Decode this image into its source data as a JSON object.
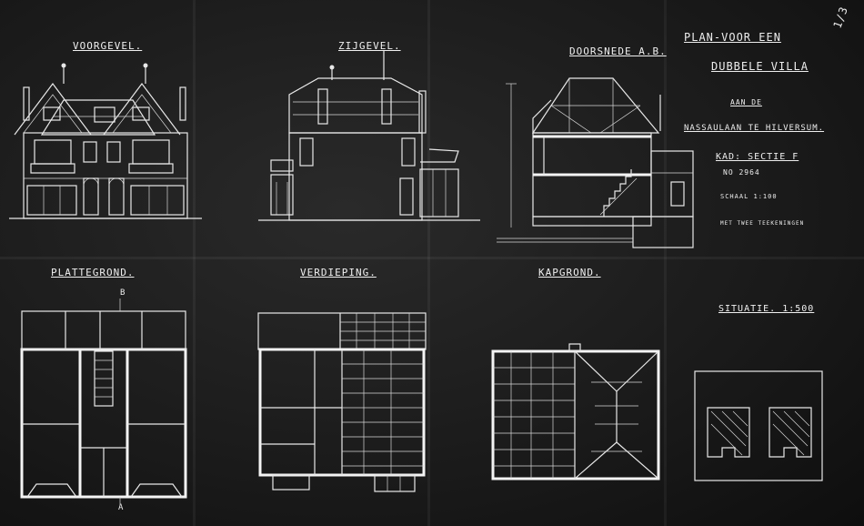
{
  "titleblock": {
    "line1": "PLAN-VOOR EEN",
    "line2": "DUBBELE VILLA",
    "line3": "AAN DE",
    "line4": "NASSAULAAN TE HILVERSUM.",
    "line5": "KAD: SECTIE F",
    "line6": "NO 2964",
    "line7": "SCHAAL 1:100",
    "line8": "MET TWEE TEEKENINGEN"
  },
  "corner_mark": "1/3",
  "views": {
    "front": "VOORGEVEL.",
    "side": "ZIJGEVEL.",
    "section": "DOORSNEDE A.B.",
    "ground": "PLATTEGROND.",
    "upper": "VERDIEPING.",
    "roof": "KAPGROND.",
    "site": "SITUATIE. 1:500"
  },
  "markers": {
    "b": "B",
    "a": "A"
  },
  "colors": {
    "ink": "#e8e8e8",
    "paper": "#1a1a1a"
  }
}
